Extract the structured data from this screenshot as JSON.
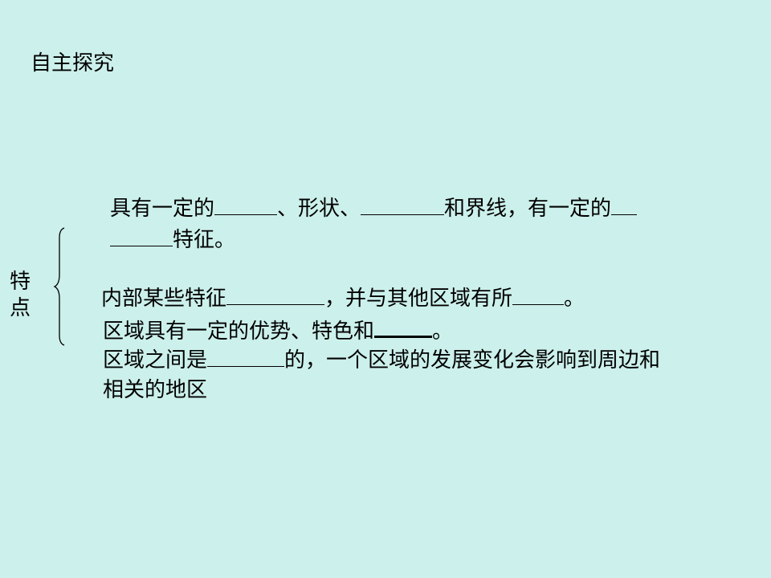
{
  "title": "自主探究",
  "side_label": {
    "line1": "特",
    "line2": "点"
  },
  "item1": {
    "p1": "具有一定的",
    "p2": "、形状、",
    "p3": "和界线，有一定的",
    "p4": "特征。"
  },
  "item2": {
    "p1": "内部某些特征",
    "p2": "，并与其他区域有所",
    "p3": "。"
  },
  "item3": {
    "p1": "区域具有一定的优势、特色和",
    "p2": "。"
  },
  "item4": {
    "p1": "区域之间是",
    "p2": "的，一个区域的发展变化会影响到周边和",
    "p3": "相关的地区"
  }
}
